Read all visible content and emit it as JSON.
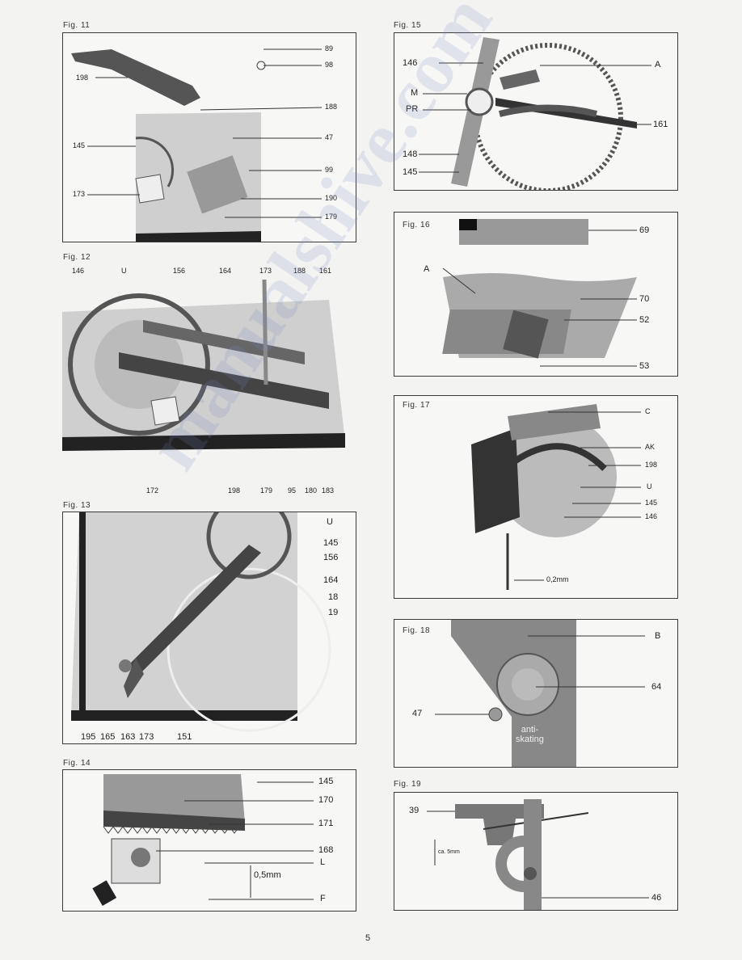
{
  "page_number": "5",
  "watermark": "manualshive.com",
  "figures": {
    "fig11": {
      "caption": "Fig. 11",
      "labels": [
        "89",
        "98",
        "198",
        "188",
        "47",
        "145",
        "99",
        "173",
        "190",
        "179"
      ]
    },
    "fig12": {
      "caption": "Fig. 12",
      "labels": [
        "146",
        "U",
        "156",
        "164",
        "173",
        "188",
        "161",
        "172",
        "198",
        "179",
        "95",
        "180",
        "183"
      ]
    },
    "fig13": {
      "caption": "Fig. 13",
      "labels": [
        "U",
        "145",
        "156",
        "164",
        "18",
        "19",
        "195",
        "165",
        "163",
        "173",
        "151"
      ]
    },
    "fig14": {
      "caption": "Fig. 14",
      "labels": [
        "145",
        "170",
        "171",
        "168",
        "L",
        "0,5mm",
        "F"
      ]
    },
    "fig15": {
      "caption": "Fig. 15",
      "labels": [
        "146",
        "A",
        "M",
        "PR",
        "161",
        "148",
        "145"
      ]
    },
    "fig16": {
      "caption": "Fig. 16",
      "labels": [
        "69",
        "A",
        "70",
        "52",
        "53"
      ]
    },
    "fig17": {
      "caption": "Fig. 17",
      "labels": [
        "C",
        "AK",
        "198",
        "U",
        "145",
        "146",
        "0,2mm"
      ]
    },
    "fig18": {
      "caption": "Fig. 18",
      "labels": [
        "B",
        "64",
        "47"
      ],
      "dial_text": "anti-\nskating"
    },
    "fig19": {
      "caption": "Fig. 19",
      "labels": [
        "39",
        "ca. 5mm",
        "46"
      ]
    }
  }
}
